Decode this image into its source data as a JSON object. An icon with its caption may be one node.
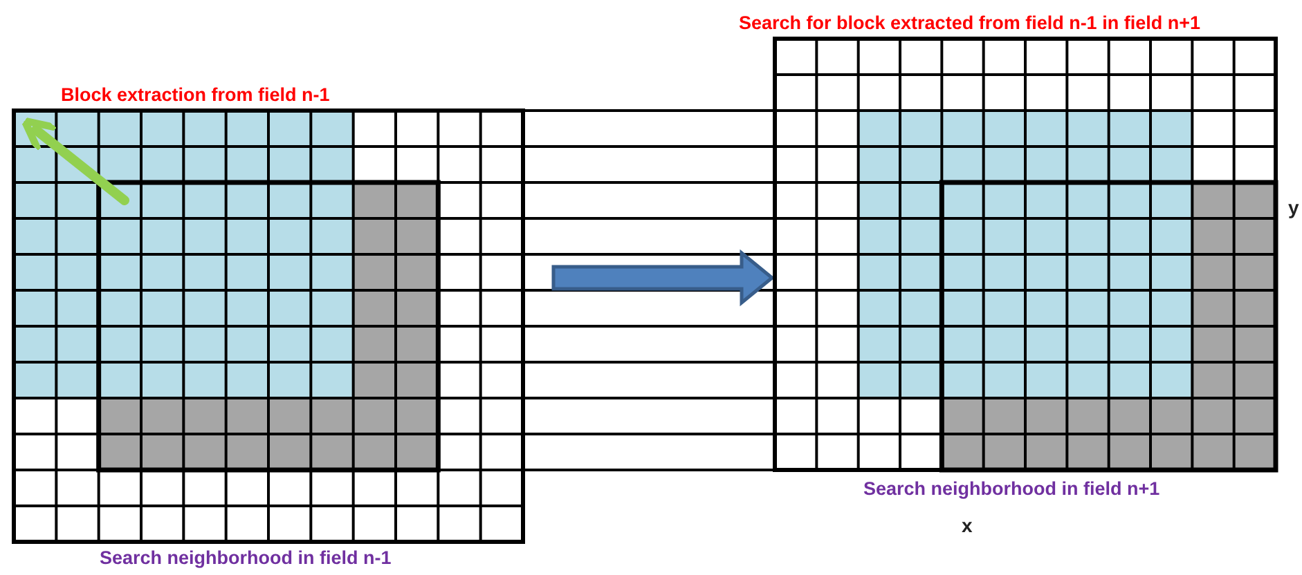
{
  "diagram": {
    "nodes": [
      {
        "text": [
          "Block extraction from field n-1",
          "Search neighborhood in field n-1"
        ]
      },
      {
        "text": [
          "Search for block extracted from field n-1 in field n+1",
          "Search neighborhood in field n+1"
        ],
        "beside": [
          "y",
          "x"
        ]
      }
    ],
    "edges": [
      {
        "from": 0,
        "to": 1,
        "arrow": "to",
        "style": "thick"
      }
    ]
  }
}
